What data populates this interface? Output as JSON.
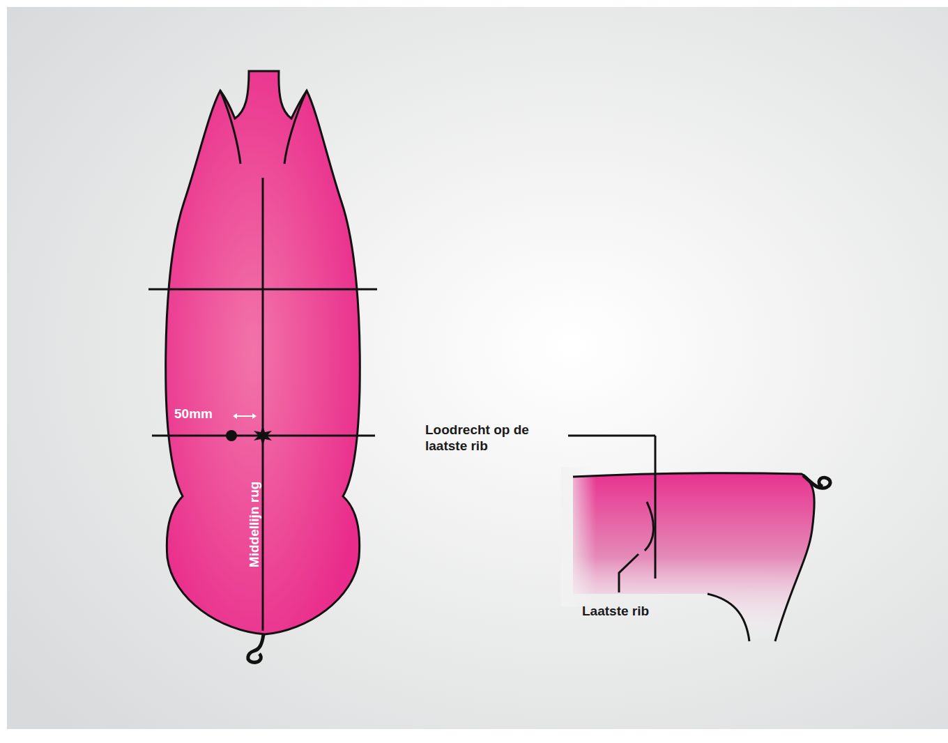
{
  "diagram": {
    "labels": [
      "50mm",
      "Middellijn rug",
      "Loodrecht op de laatste rib",
      "Laatste rib"
    ]
  }
}
